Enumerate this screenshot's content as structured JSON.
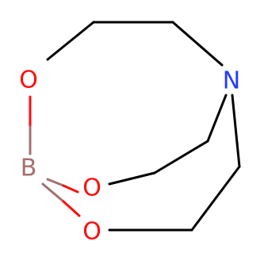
{
  "molecule": {
    "atoms": {
      "o_top": {
        "symbol": "O",
        "color": "#ff0d0d"
      },
      "boron": {
        "symbol": "B",
        "color": "#a3706f"
      },
      "o_middle": {
        "symbol": "O",
        "color": "#ff0d0d"
      },
      "o_bottom": {
        "symbol": "O",
        "color": "#ff0d0d"
      },
      "nitrogen": {
        "symbol": "N",
        "color": "#1f3bff"
      }
    },
    "bond_color": "#000000"
  }
}
